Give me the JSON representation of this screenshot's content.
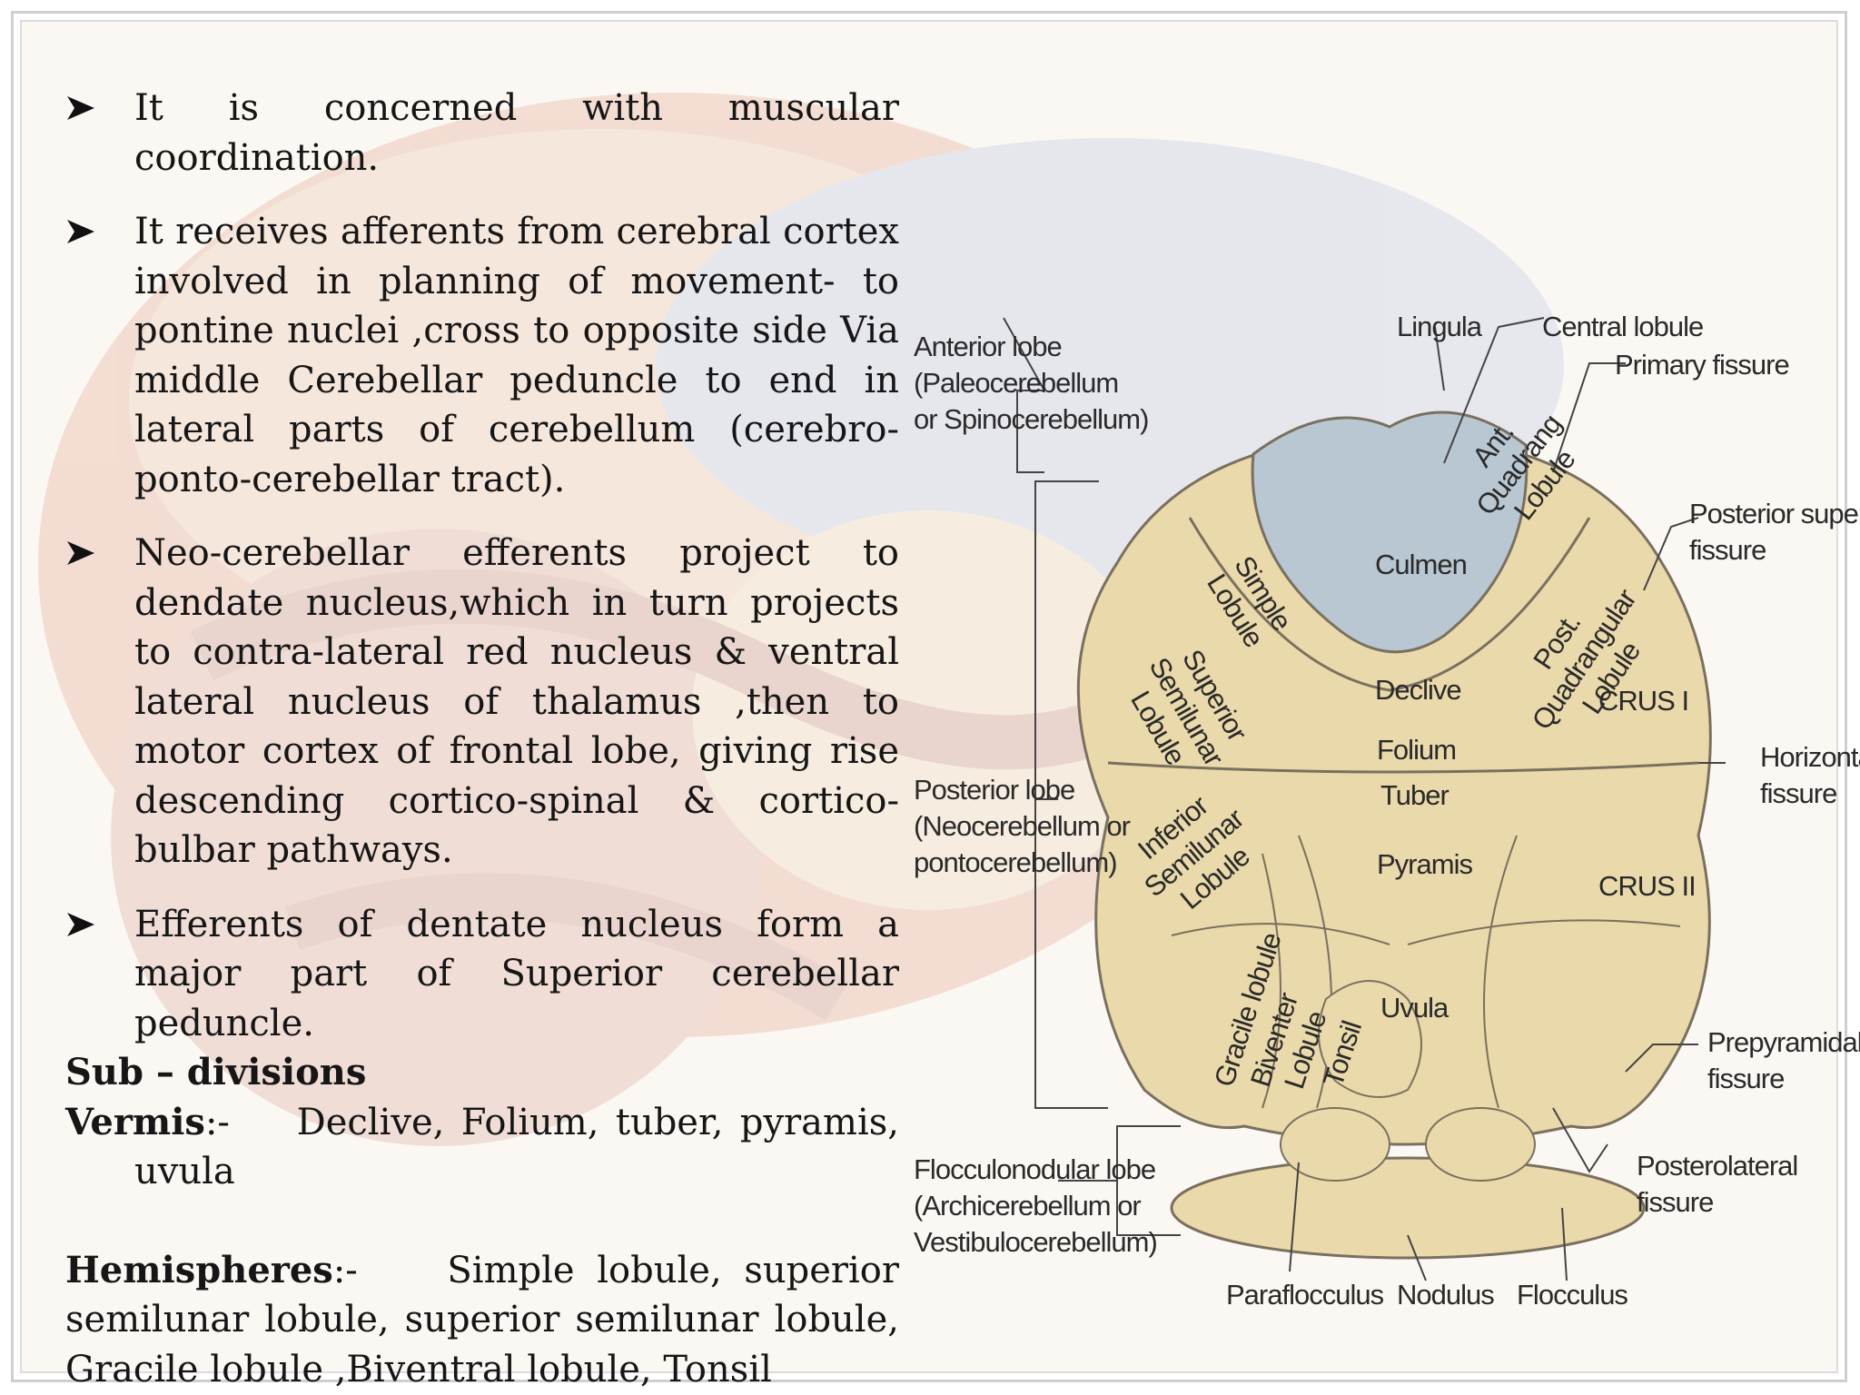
{
  "bullets": [
    "It is concerned with muscular coordination.",
    "It receives afferents from cerebral cortex involved in planning of movement- to pontine nuclei ,cross to opposite side Via middle Cerebellar peduncle to end in lateral parts of cerebellum (cerebro-ponto-cerebellar tract).",
    "Neo-cerebellar efferents project to dendate nucleus,which in turn projects to contra-lateral red nucleus & ventral lateral nucleus of thalamus ,then to motor cortex of frontal lobe, giving rise descending cortico-spinal & cortico-bulbar pathways.",
    "Efferents of dentate nucleus form a major part of Superior cerebellar peduncle."
  ],
  "subdivisions": {
    "heading": "Sub – divisions",
    "vermis_label": "Vermis",
    "vermis_sep": ":-",
    "vermis_text": "Declive, Folium, tuber, pyramis, uvula",
    "hemispheres_label": "Hemispheres",
    "hemispheres_sep": ":-",
    "hemispheres_text": "Simple lobule, superior semilunar lobule, superior semilunar lobule, Gracile lobule ,Biventral lobule, Tonsil"
  },
  "diagram": {
    "left_labels": {
      "anterior_lobe": [
        "Anterior lobe",
        "(Paleocerebellum",
        "or Spinocerebellum)"
      ],
      "posterior_lobe": [
        "Posterior lobe",
        "(Neocerebellum or",
        "pontocerebellum)"
      ],
      "flocculonodular_lobe": [
        "Flocculonodular lobe",
        "(Archicerebellum or",
        "Vestibulocerebellum)"
      ]
    },
    "top_labels": {
      "lingula": "Lingula",
      "central_lobule": "Central lobule",
      "primary_fissure": "Primary fissure"
    },
    "right_labels": {
      "posterior_superior_fissure": [
        "Posterior superior",
        "fissure"
      ],
      "horizontal_fissure": [
        "Horizontal",
        "fissure"
      ],
      "prepyramidal_fissure": [
        "Prepyramidal",
        "fissure"
      ],
      "posterolateral_fissure": [
        "Posterolateral",
        "fissure"
      ]
    },
    "bottom_labels": {
      "paraflocculus": "Paraflocculus",
      "nodulus": "Nodulus",
      "flocculus": "Flocculus"
    },
    "inner_labels": {
      "culmen": "Culmen",
      "ant_quadrang": [
        "Ant.",
        "Quadrang",
        "Lobule"
      ],
      "simple_lobule": [
        "Simple",
        "Lobule"
      ],
      "post_quadrangular": [
        "Post.",
        "Quadrangular",
        "Lobule"
      ],
      "superior_semilunar": [
        "Superior",
        "Semilunar",
        "Lobule"
      ],
      "declive": "Declive",
      "crus_i": "CRUS I",
      "folium": "Folium",
      "tuber": "Tuber",
      "inferior_semilunar": [
        "Inferior",
        "Semilunar",
        "Lobule"
      ],
      "pyramis": "Pyramis",
      "crus_ii": "CRUS II",
      "gracile_lobule": "Gracile lobule",
      "biventer_lobule": [
        "Biventer",
        "Lobule"
      ],
      "tonsil": "Tonsil",
      "uvula": "Uvula"
    },
    "colors": {
      "anterior": "#b9c7d2",
      "posterior": "#ead9aa",
      "outline": "#7a7060"
    }
  }
}
